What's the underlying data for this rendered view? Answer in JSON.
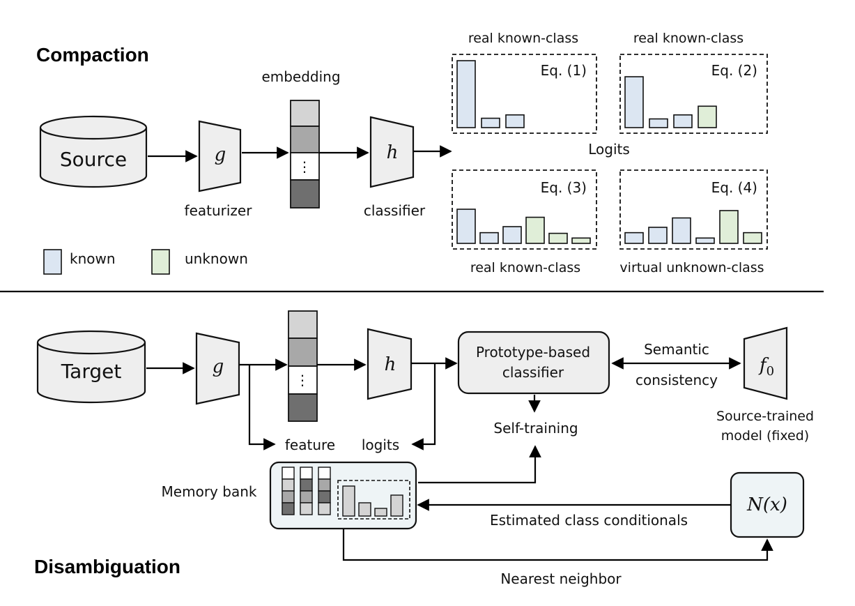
{
  "top": {
    "title": "Compaction",
    "source_label": "Source",
    "featurizer_symbol": "g",
    "featurizer_label": "featurizer",
    "embedding_label": "embedding",
    "embedding_ellipsis": "⋮",
    "classifier_symbol": "h",
    "classifier_label": "classifier",
    "logits_label": "Logits",
    "legend": {
      "known": "known",
      "unknown": "unknown"
    },
    "panels": [
      {
        "caption": "real known-class",
        "equation": "Eq. (1)",
        "bars": [
          {
            "h": 1.0,
            "c": "known"
          },
          {
            "h": 0.14,
            "c": "known"
          },
          {
            "h": 0.19,
            "c": "known"
          }
        ]
      },
      {
        "caption": "real known-class",
        "equation": "Eq. (2)",
        "bars": [
          {
            "h": 0.76,
            "c": "known"
          },
          {
            "h": 0.13,
            "c": "known"
          },
          {
            "h": 0.19,
            "c": "known"
          },
          {
            "h": 0.32,
            "c": "unknown"
          }
        ]
      },
      {
        "caption": "real known-class",
        "equation": "Eq. (3)",
        "bars": [
          {
            "h": 0.51,
            "c": "known"
          },
          {
            "h": 0.16,
            "c": "known"
          },
          {
            "h": 0.25,
            "c": "known"
          },
          {
            "h": 0.39,
            "c": "unknown"
          },
          {
            "h": 0.15,
            "c": "unknown"
          },
          {
            "h": 0.08,
            "c": "unknown"
          }
        ]
      },
      {
        "caption": "virtual unknown-class",
        "equation": "Eq. (4)",
        "bars": [
          {
            "h": 0.16,
            "c": "known"
          },
          {
            "h": 0.24,
            "c": "known"
          },
          {
            "h": 0.38,
            "c": "known"
          },
          {
            "h": 0.08,
            "c": "known"
          },
          {
            "h": 0.49,
            "c": "unknown"
          },
          {
            "h": 0.16,
            "c": "unknown"
          }
        ]
      }
    ]
  },
  "bottom": {
    "title": "Disambiguation",
    "target_label": "Target",
    "featurizer_symbol": "g",
    "embedding_ellipsis": "⋮",
    "classifier_symbol": "h",
    "feature_label": "feature",
    "logits_label": "logits",
    "prototype_line1": "Prototype-based",
    "prototype_line2": "classifier",
    "semantic_line1": "Semantic",
    "semantic_line2": "consistency",
    "source_model_symbol": "f",
    "source_model_subscript": "0",
    "source_model_line1": "Source-trained",
    "source_model_line2": "model (fixed)",
    "self_training_label": "Self-training",
    "memory_bank_label": "Memory bank",
    "estimated_label": "Estimated class conditionals",
    "nx_label": "N(x)",
    "nearest_label": "Nearest neighbor"
  },
  "colors": {
    "known": "#dce6f2",
    "unknown": "#e0eed8",
    "box_fill": "#eeeeee",
    "light_blue_fill": "#eef4f6",
    "emb1": "#d4d4d4",
    "emb2": "#a8a8a8",
    "emb3": "#ffffff",
    "emb4": "#6f6f6f"
  }
}
